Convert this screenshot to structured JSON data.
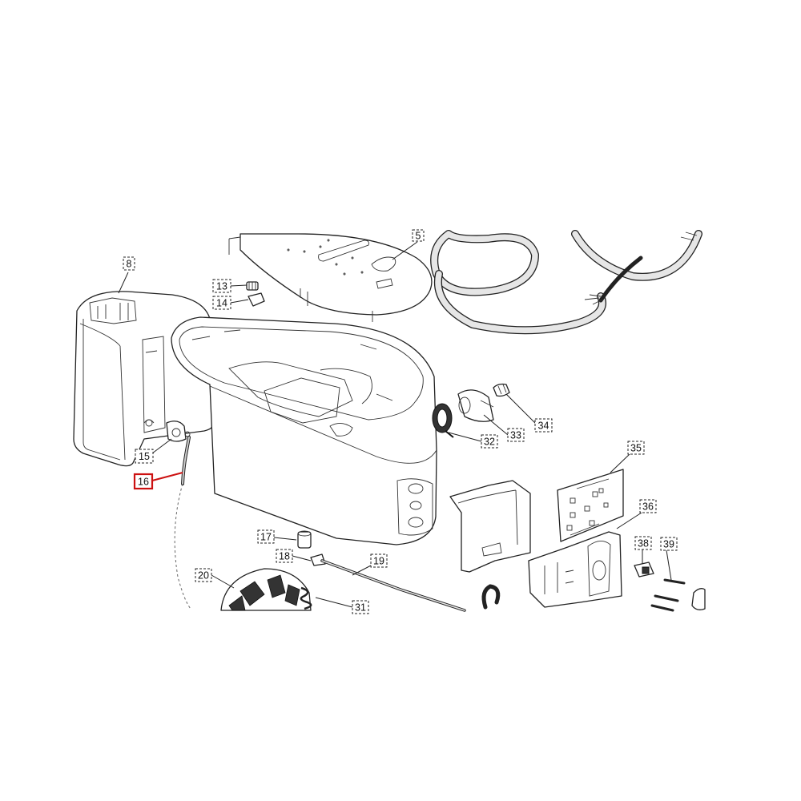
{
  "highlighted_callout": "16",
  "callouts": {
    "c5": "5",
    "c8": "8",
    "c13": "13",
    "c14": "14",
    "c15": "15",
    "c16": "16",
    "c17": "17",
    "c18": "18",
    "c19": "19",
    "c20": "20",
    "c31": "31",
    "c32": "32",
    "c33": "33",
    "c34": "34",
    "c35": "35",
    "c36": "36",
    "c38": "38",
    "c39": "39"
  },
  "colors": {
    "line": "#222222",
    "highlight": "#cc1111",
    "background": "#ffffff"
  }
}
